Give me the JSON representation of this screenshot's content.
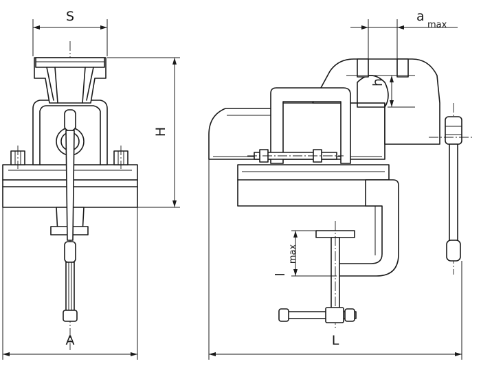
{
  "dimensions": {
    "s": "S",
    "h_height": "H",
    "a_width": "A",
    "l_length": "L",
    "h_jaw": "h",
    "a_max_letter": "a",
    "a_max_sub": "max",
    "l_max_letter": "l",
    "l_max_sub": "max"
  }
}
